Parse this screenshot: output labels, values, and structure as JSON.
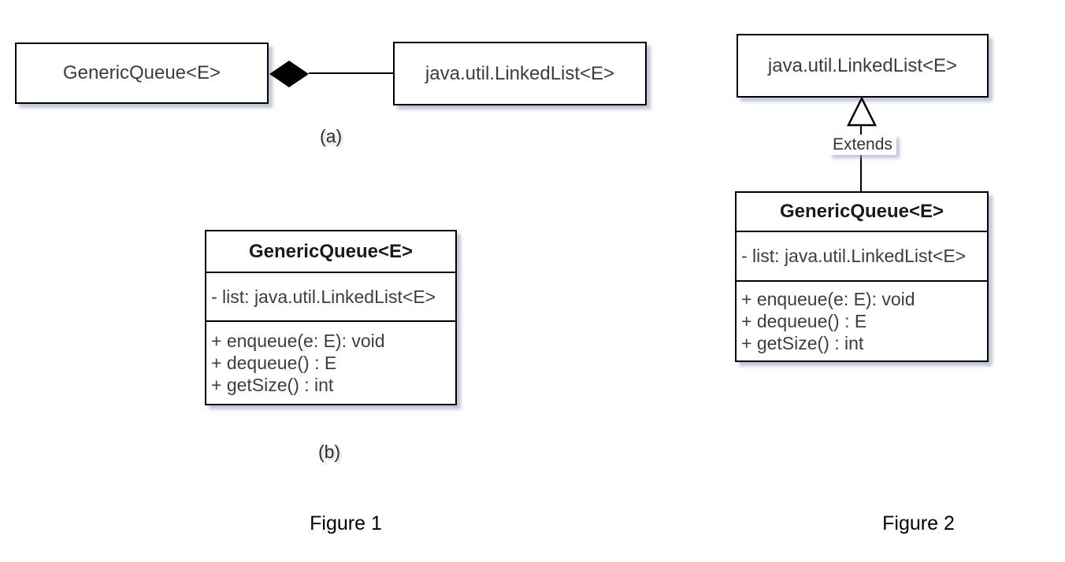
{
  "colors": {
    "background": "#ffffff",
    "box_border": "#000000",
    "box_fill": "#ffffff",
    "body_text": "#3d3d3d",
    "title_text": "#1a1a1a",
    "shadow": "rgba(150,160,190,0.6)"
  },
  "icons": {
    "composition": "filled-diamond",
    "inheritance": "hollow-triangle"
  },
  "figure1": {
    "part_a": {
      "queue_box_label": "GenericQueue<E>",
      "linkedlist_box_label": "java.util.LinkedList<E>",
      "relationship": "composition",
      "caption": "(a)"
    },
    "part_b": {
      "class_title": "GenericQueue<E>",
      "attributes": [
        "- list: java.util.LinkedList<E>"
      ],
      "methods": [
        "+ enqueue(e: E): void",
        "+ dequeue() : E",
        "+ getSize() : int"
      ],
      "caption": "(b)"
    },
    "caption": "Figure 1"
  },
  "figure2": {
    "superclass_box_label": "java.util.LinkedList<E>",
    "relationship": "inheritance",
    "extends_label": "Extends",
    "class_title": "GenericQueue<E>",
    "attributes": [
      "- list: java.util.LinkedList<E>"
    ],
    "methods": [
      "+ enqueue(e: E): void",
      "+ dequeue() : E",
      "+ getSize() : int"
    ],
    "caption": "Figure 2"
  }
}
